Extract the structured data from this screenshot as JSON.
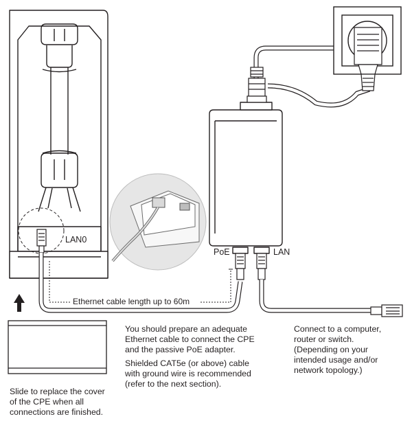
{
  "labels": {
    "lan0": "LAN0",
    "poe": "PoE",
    "lan": "LAN",
    "cable_length": "Ethernet cable length up to 60m"
  },
  "notes": {
    "slide_cover": [
      "Slide to replace the cover",
      "of the CPE when all",
      "connections are finished."
    ],
    "prepare_cable": [
      "You should prepare an adequate",
      "Ethernet cable to connect the CPE",
      "and the passive PoE adapter."
    ],
    "shielded": [
      "Shielded CAT5e (or above) cable",
      "with ground wire is recommended",
      "(refer to the next section)."
    ],
    "connect_computer": [
      "Connect to a computer,",
      "router or switch.",
      "(Depending on your",
      "intended usage and/or",
      "network topology.)"
    ]
  }
}
